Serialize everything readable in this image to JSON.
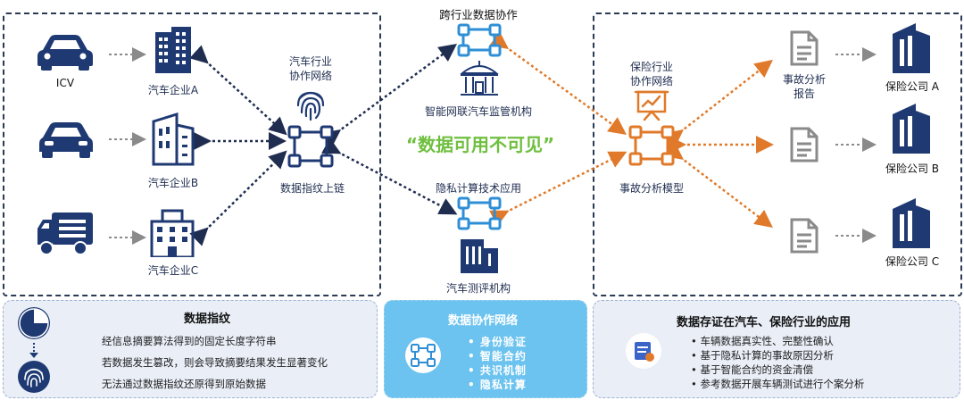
{
  "left_panel": {
    "icv_label": "ICV",
    "company_a": "汽车企业A",
    "company_b": "汽车企业B",
    "company_c": "汽车企业C",
    "network_title_line1": "汽车行业",
    "network_title_line2": "协作网络",
    "fingerprint_chain": "数据指纹上链"
  },
  "center": {
    "cross_industry": "跨行业数据协作",
    "regulator": "智能网联汽车监管机构",
    "slogan": "“数据可用不可见”",
    "privacy_tech": "隐私计算技术应用",
    "testing_org": "汽车测评机构"
  },
  "right_panel": {
    "network_title_line1": "保险行业",
    "network_title_line2": "协作网络",
    "accident_model": "事故分析模型",
    "report_line1": "事故分析",
    "report_line2": "报告",
    "insurer_a": "保险公司 A",
    "insurer_b": "保险公司 B",
    "insurer_c": "保险公司 C"
  },
  "bottom_left": {
    "title": "数据指纹",
    "lines": [
      "经信息摘要算法得到的固定长度字符串",
      "若数据发生篡改，则会导致摘要结果发生显著变化",
      "无法通过数据指纹还原得到原始数据"
    ]
  },
  "bottom_center": {
    "title": "数据协作网络",
    "bullets": [
      "•  身份验证",
      "•  智能合约",
      "•  共识机制",
      "•  隐私计算"
    ]
  },
  "bottom_right": {
    "title": "数据存证在汽车、保险行业的应用",
    "bullets": [
      "•  车辆数据真实性、完整性确认",
      "•  基于隐私计算的事故原因分析",
      "•  基于智能合约的资金清偿",
      "•  参考数据开展车辆测试进行个案分析"
    ]
  },
  "colors": {
    "navy": "#1f3a73",
    "orange": "#e07a2a",
    "green": "#6fbf3f",
    "light_blue": "#6cc3ef",
    "gray_icon": "#8a8a8a"
  }
}
